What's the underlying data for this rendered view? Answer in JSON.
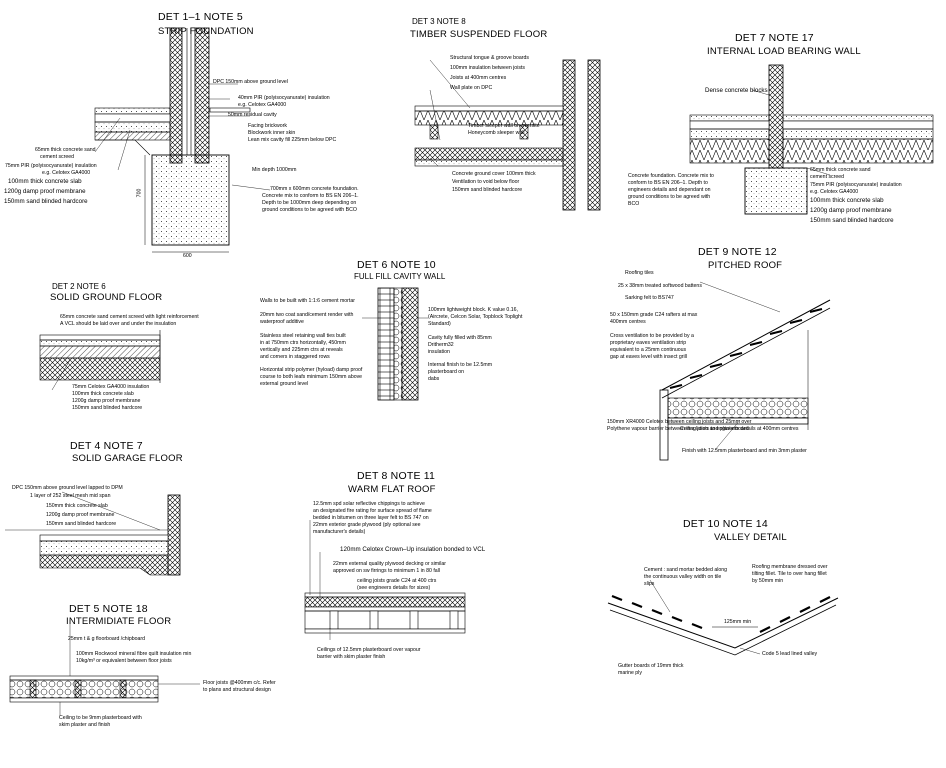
{
  "details": {
    "d1": {
      "title": "DET 1–1  NOTE 5",
      "subtitle": "STRIP FOUNDATION",
      "notes": [
        "DPC 150mm above ground level",
        "40mm PIR (polyisocyanurate) insulation",
        "e.g. Celotex GA4000",
        "50mm residual cavity",
        "Facing brickwork",
        "Blockwork inner skin",
        "Lean mix cavity fill 225mm below DPC",
        "65mm thick concrete sand",
        "cement screed",
        "75mm PIR (polyisocyanurate) insulation",
        "e.g. Celotex GA4000",
        "100mm thick concrete slab",
        "1200g damp proof membrane",
        "150mm sand blinded hardcore",
        "Min depth 1000mm",
        "700mm x 600mm concrete foundation.",
        "Concrete mix to conform to BS EN 206–1.",
        "Depth to be 1000mm deep depending on",
        "ground conditions to be agreed with BCO"
      ],
      "dim_v": "700",
      "dim_h": "600"
    },
    "d3": {
      "title": "DET 3   NOTE 8",
      "subtitle": "TIMBER SUSPENDED FLOOR",
      "notes": [
        "Structural tongue & groove boards",
        "100mm insulation between joists",
        "Joists at 400mm centres",
        "Wall plate on DPC",
        "Timber sleeper wall on oversite",
        "Honeycomb sleeper wall",
        "Concrete ground cover 100mm thick",
        "Ventilation to void below floor",
        "150mm sand blinded hardcore"
      ]
    },
    "d7": {
      "title": "DET 7   NOTE 17",
      "subtitle": "INTERNAL LOAD BEARING WALL",
      "notes_left": [
        "Dense concrete blocks",
        "Concrete foundation. Concrete mix to",
        "conform to BS EN 206–1. Depth to",
        "engineers details and dependant on",
        "ground conditions to be agreed with",
        "BCO"
      ],
      "notes_right": [
        "65mm thick concrete sand",
        "cement screed",
        "75mm PIR (polyisocyanurate) insulation",
        "e.g. Celotex GA4000",
        "100mm thick concrete slab",
        "1200g damp proof membrane",
        "150mm sand blinded hardcore"
      ]
    },
    "d2": {
      "title": "DET 2   NOTE 6",
      "subtitle": "SOLID GROUND FLOOR",
      "notes": [
        "65mm concrete sand cement screed with light reinforcement",
        "A VCL should be laid over and under the insulation",
        "75mm Celotex GA4000 insulation",
        "100mm thick concrete slab",
        "1200g damp proof membrane",
        "150mm sand blinded hardcore"
      ]
    },
    "d6": {
      "title": "DET 6   NOTE 10",
      "subtitle": "FULL FILL CAVITY WALL",
      "notes_left": [
        "Walls to be built with 1:1:6 cement mortar",
        "20mm two coat sand/cement render with",
        "waterproof additive",
        "Stainless steel retaining wall ties built",
        "in at 750mm ctrs horizontally, 450mm",
        "vertically and 225mm ctrs at reveals",
        "and corners in staggered rows",
        "Horizontal strip polymer (hyload) damp proof",
        "course to both leafs minimum 150mm above",
        "external ground level"
      ],
      "notes_right": [
        "100mm lightweight block. K value 0.16,",
        "(Aircrete, Celcon Solar, Topblock Toplight",
        "Standard)",
        "Cavity fully filled with 85mm",
        "Dritherm32",
        "insulation",
        "Internal finish to be 12.5mm",
        "plasterboard on",
        "dabs"
      ]
    },
    "d9": {
      "title": "DET 9   NOTE 12",
      "subtitle": "PITCHED ROOF",
      "notes": [
        "Roofing tiles",
        "25 x 38mm treated softwood battens",
        "Sarking felt to BS747",
        "50 x 150mm grade C24 rafters at max",
        "400mm centres",
        "Cross ventilation to be provided by a",
        "proprietary eaves ventilation strip",
        "equivalent to a 25mm continuous",
        "gap at eaves level with insect grill",
        "150mm XR4000 Celotex between ceiling joists and 25mm over",
        "Polythene vapour barrier between insulation and plasterboard",
        "Ceiling joists to engineers details at 400mm centres",
        "Finish with 12.5mm plasterboard and min 3mm plaster"
      ]
    },
    "d4": {
      "title": "DET 4   NOTE 7",
      "subtitle": "SOLID GARAGE FLOOR",
      "notes": [
        "DPC 150mm above ground level lapped to DPM",
        "1 layer of 252 steel mesh mid span",
        "150mm thick concrete slab",
        "1200g damp proof membrane",
        "150mm sand blinded hardcore"
      ]
    },
    "d8": {
      "title": "DET 8   NOTE 11",
      "subtitle": "WARM FLAT ROOF",
      "notes": [
        "12.5mm spd solar reflective chippings to achieve",
        "an designated fire rating for surface spread of flame",
        "bedded in bitumen on three layer felt to BS 747 on",
        "22mm exterior grade plywood (ply optional see",
        "manufacturer's details)",
        "120mm Celotex Crown–Up insulation bonded to VCL",
        "22mm external quality plywood decking or similar",
        "approved on sw firrings to minimum 1 in 80 fall",
        "ceiling joists grade C24 at 400 ctrs",
        "(see engineers details for sizes)",
        "Ceilings of 12.5mm plasterboard over vapour",
        "barrier with skim plaster finish"
      ]
    },
    "d10": {
      "title": "DET 10   NOTE 14",
      "subtitle": "VALLEY DETAIL",
      "notes": [
        "Cement : sand mortar bedded along",
        "the continuous valley width on tile",
        "slips",
        "Roofing membrane dressed over",
        "tilting fillet. Tile to over hang fillet",
        "by 50mm min",
        "125mm min",
        "Gutter boards of 19mm thick",
        "marine ply",
        "Code 5 lead lined valley"
      ]
    },
    "d5": {
      "title": "DET 5   NOTE 18",
      "subtitle": "INTERMIDIATE FLOOR",
      "notes": [
        "25mm t & g floorboard /chipboard",
        "100mm Rockwool mineral fibre quilt insulation min",
        "10kg/m³ or equivalent between floor joists",
        "Floor joists @400mm c/c. Refer",
        "to plans and structural design",
        "Ceiling to be 9mm plasterboard with",
        "skim plaster and finish"
      ]
    }
  }
}
